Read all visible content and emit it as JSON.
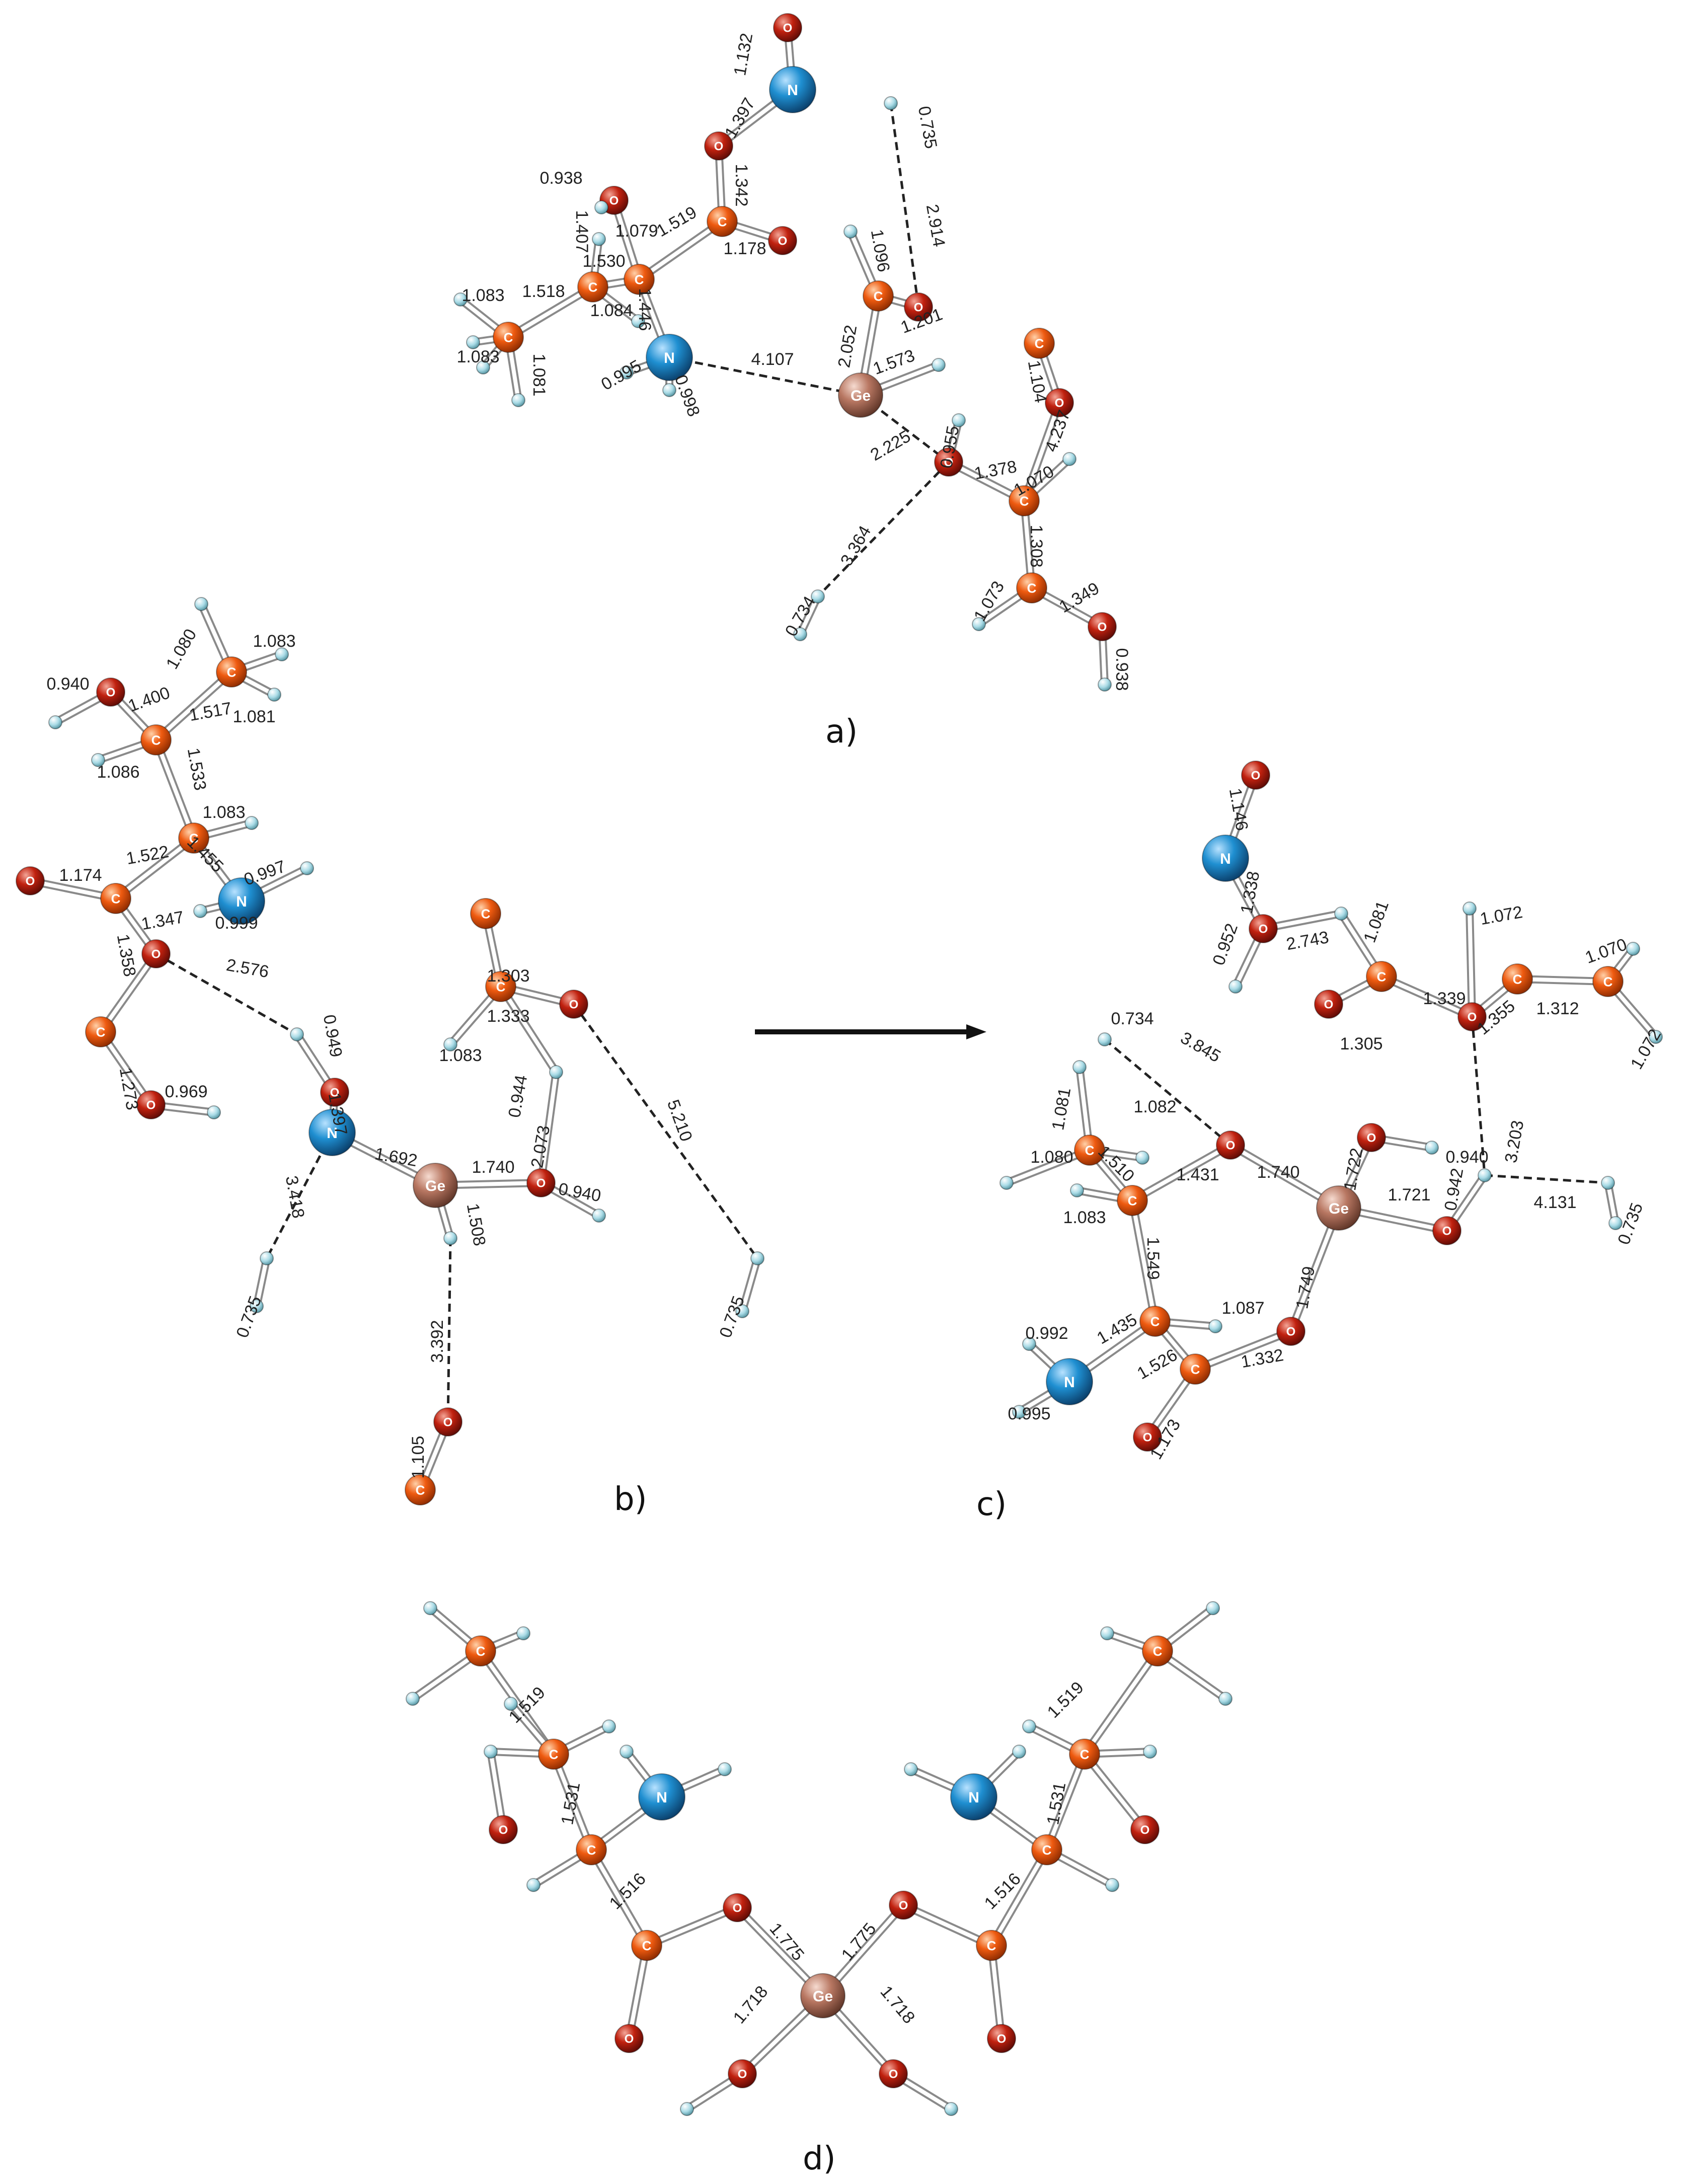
{
  "colors": {
    "C": "#ee5a10",
    "O": "#c0210f",
    "N": "#1f8fd1",
    "Ge": "#b87762",
    "H": "#a9dbe6",
    "bond": "#8a8a8a",
    "hbond": "#222222",
    "arrow": "#111111"
  },
  "atoms": {
    "C": "C",
    "O": "O",
    "N": "N",
    "Ge": "Ge"
  },
  "panels": {
    "a": {
      "label": "a)",
      "lengths": [
        "1.132",
        "1.397",
        "1.342",
        "1.178",
        "1.519",
        "1.079",
        "0.938",
        "1.407",
        "1.530",
        "1.446",
        "1.518",
        "1.084",
        "1.083",
        "1.083",
        "1.081",
        "0.995",
        "0.998",
        "4.107",
        "0.735",
        "2.914",
        "1.096",
        "1.201",
        "2.052",
        "1.573",
        "1.104",
        "4.237",
        "0.955",
        "2.225",
        "1.378",
        "1.070",
        "3.364",
        "0.734",
        "1.308",
        "1.073",
        "1.349",
        "0.938"
      ]
    },
    "b": {
      "label": "b)",
      "lengths": [
        "1.080",
        "1.083",
        "0.940",
        "1.400",
        "1.517",
        "1.081",
        "1.086",
        "1.533",
        "1.083",
        "1.174",
        "1.522",
        "1.455",
        "0.997",
        "0.999",
        "1.347",
        "1.358",
        "2.576",
        "1.273",
        "0.969",
        "0.949",
        "1.397",
        "1.692",
        "1.740",
        "3.418",
        "0.735",
        "1.508",
        "3.392",
        "1.105",
        "1.303",
        "1.333",
        "1.083",
        "0.944",
        "2.073",
        "0.940",
        "5.210",
        "0.735"
      ]
    },
    "c": {
      "label": "c)",
      "lengths": [
        "1.146",
        "1.338",
        "0.952",
        "2.743",
        "1.081",
        "1.072",
        "1.070",
        "1.339",
        "1.355",
        "1.312",
        "1.305",
        "1.072",
        "0.734",
        "1.081",
        "1.082",
        "3.845",
        "1.080",
        "1.510",
        "1.431",
        "1.740",
        "1.722",
        "0.940",
        "3.203",
        "1.083",
        "1.721",
        "0.942",
        "4.131",
        "0.735",
        "1.549",
        "1.749",
        "1.087",
        "0.992",
        "1.435",
        "1.526",
        "1.332",
        "0.995",
        "1.173"
      ]
    },
    "d": {
      "label": "d)",
      "lengths": [
        "1.519",
        "1.531",
        "1.516",
        "1.775",
        "1.775",
        "1.718",
        "1.718",
        "1.519",
        "1.531",
        "1.516"
      ]
    }
  }
}
